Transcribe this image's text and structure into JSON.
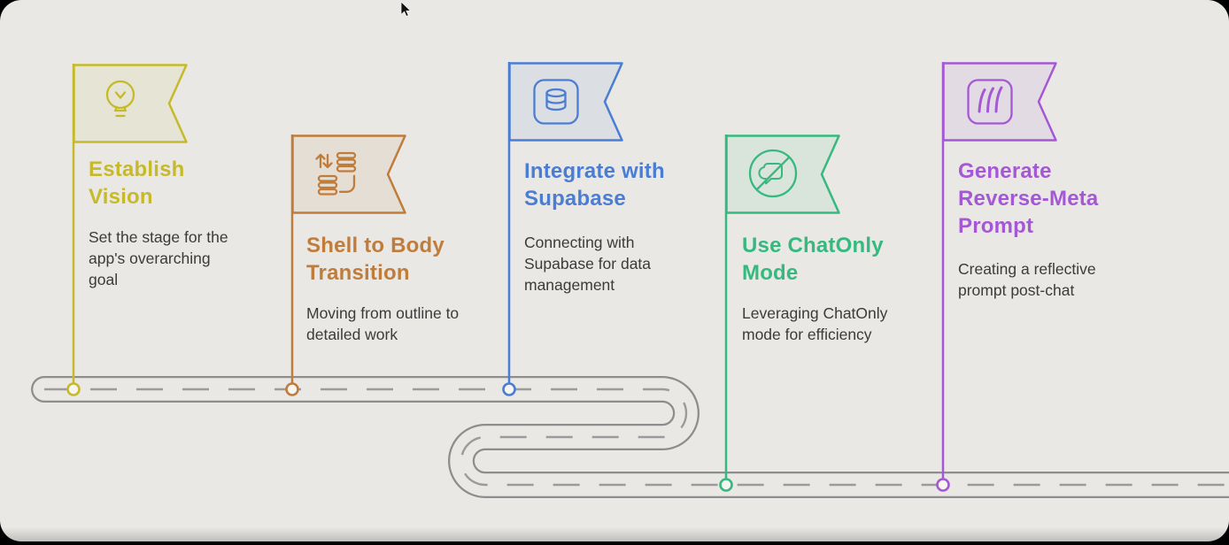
{
  "page": {
    "type": "roadmap-infographic"
  },
  "colors": {
    "background": "#e9e8e5",
    "road_outline": "#8d8d8d",
    "road_dash": "#9b9b9b",
    "description_text": "#3b3b3b"
  },
  "milestones": [
    {
      "title": "Establish Vision",
      "description": "Set the stage for the app's overarching goal",
      "color": "#c6ba2a",
      "icon": "lightbulb-icon"
    },
    {
      "title": "Shell to Body Transition",
      "description": "Moving from outline to detailed work",
      "color": "#c07c3a",
      "icon": "database-transfer-icon"
    },
    {
      "title": "Integrate with Supabase",
      "description": "Connecting with Supabase for data management",
      "color": "#4a7dd3",
      "icon": "database-icon"
    },
    {
      "title": "Use ChatOnly Mode",
      "description": "Leveraging ChatOnly mode for efficiency",
      "color": "#35b97e",
      "icon": "chat-off-icon"
    },
    {
      "title": "Generate Reverse-Meta Prompt",
      "description": "Creating a reflective prompt post-chat",
      "color": "#a558d5",
      "icon": "miro-icon"
    }
  ]
}
